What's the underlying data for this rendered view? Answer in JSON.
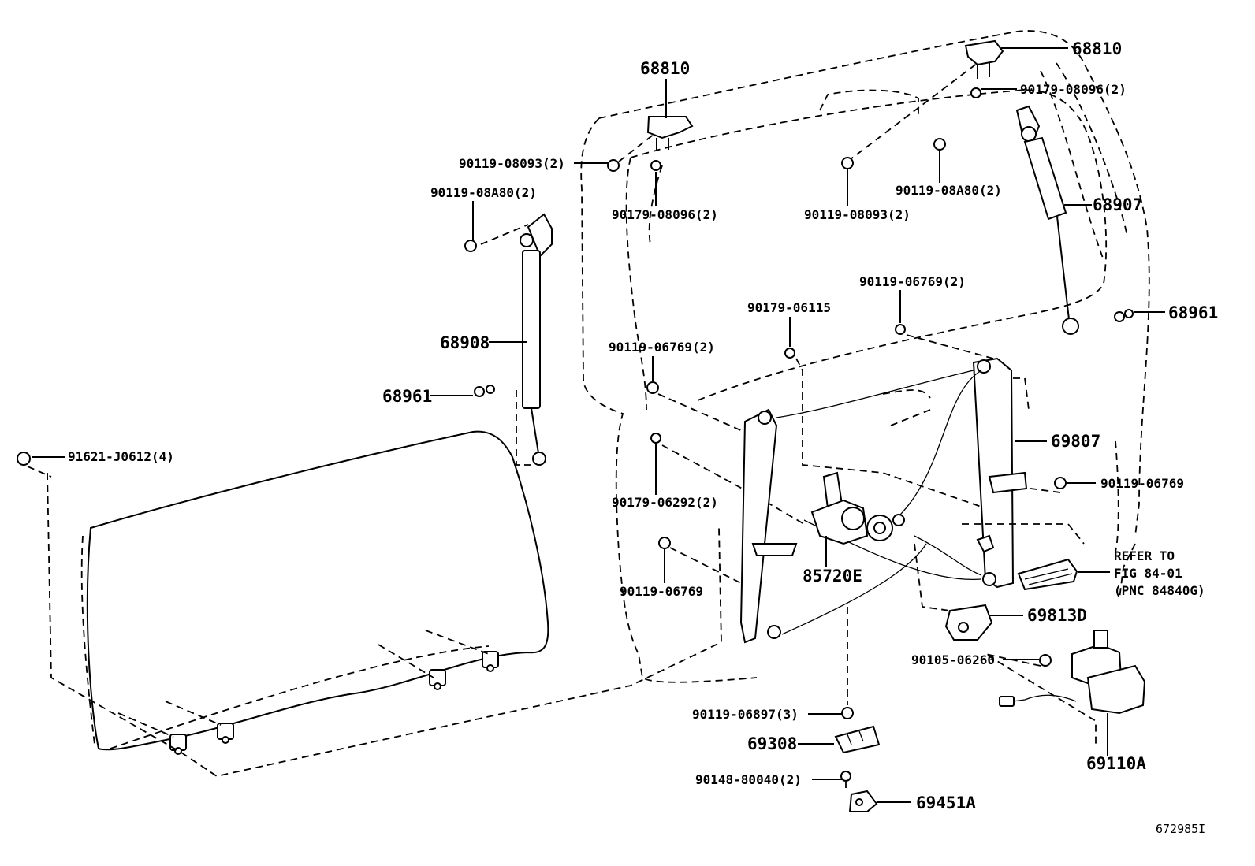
{
  "diagram": {
    "labels": {
      "damper_stay_lh": "68908",
      "damper_stay_rh": "68907",
      "hinge_left": "68810",
      "hinge_right": "68810",
      "bolt_hinge_left": "90119-08093(2)",
      "bolt_hinge_right": "90119-08093(2)",
      "nut_hinge_left": "90179-08096(2)",
      "nut_hinge_right": "90179-08096(2)",
      "bolt_stay_left": "90119-08A80(2)",
      "bolt_stay_right": "90119-08A80(2)",
      "stud_left": "68961",
      "stud_right": "68961",
      "glass_bolt": "91621-J0612(4)",
      "bolt_06769_a": "90119-06769(2)",
      "bolt_06769_b": "90119-06769(2)",
      "bolt_06769_c": "90119-06769",
      "bolt_06769_d": "90119-06769",
      "nut_06115": "90179-06115",
      "nut_06292": "90179-06292(2)",
      "motor": "85720E",
      "regulator": "69807",
      "handle_ref_1": "REFER TO",
      "handle_ref_2": "FIG 84-01",
      "handle_ref_3": "(PNC 84840G)",
      "bracket": "69813D",
      "bolt_06260": "90105-06260",
      "lock_assy": "69110A",
      "bolt_06897": "90119-06897(3)",
      "striker": "69308",
      "screw_80040": "90148-80040(2)",
      "cover": "69451A",
      "figure_id": "672985I"
    }
  }
}
